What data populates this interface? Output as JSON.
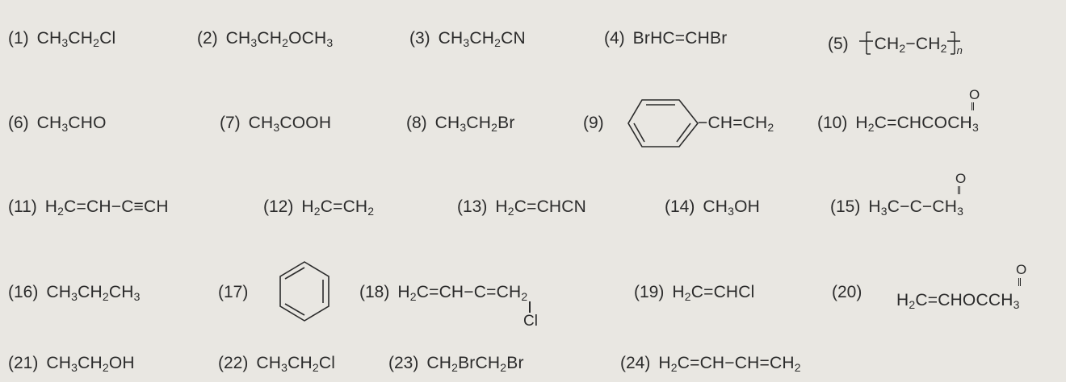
{
  "items": [
    {
      "id": 1,
      "label": "(1)",
      "formula": "CH<sub>3</sub>CH<sub>2</sub>Cl"
    },
    {
      "id": 2,
      "label": "(2)",
      "formula": "CH<sub>3</sub>CH<sub>2</sub>OCH<sub>3</sub>"
    },
    {
      "id": 3,
      "label": "(3)",
      "formula": "CH<sub>3</sub>CH<sub>2</sub>CN"
    },
    {
      "id": 4,
      "label": "(4)",
      "formula": "BrHC=CHBr"
    },
    {
      "id": 5,
      "label": "(5)",
      "formula": "CH<sub>2</sub>−CH<sub>2</sub>",
      "subscript": "n"
    },
    {
      "id": 6,
      "label": "(6)",
      "formula": "CH<sub>3</sub>CHO"
    },
    {
      "id": 7,
      "label": "(7)",
      "formula": "CH<sub>3</sub>COOH"
    },
    {
      "id": 8,
      "label": "(8)",
      "formula": "CH<sub>3</sub>CH<sub>2</sub>Br"
    },
    {
      "id": 9,
      "label": "(9)",
      "formula": "−CH=CH<sub>2</sub>"
    },
    {
      "id": 10,
      "label": "(10)",
      "formula": "H<sub>2</sub>C=CHCOCH<sub>3</sub>",
      "above": "O"
    },
    {
      "id": 11,
      "label": "(11)",
      "formula": "H<sub>2</sub>C=CH−C≡CH"
    },
    {
      "id": 12,
      "label": "(12)",
      "formula": "H<sub>2</sub>C=CH<sub>2</sub>"
    },
    {
      "id": 13,
      "label": "(13)",
      "formula": "H<sub>2</sub>C=CHCN"
    },
    {
      "id": 14,
      "label": "(14)",
      "formula": "CH<sub>3</sub>OH"
    },
    {
      "id": 15,
      "label": "(15)",
      "formula": "H<sub>3</sub>C−C−CH<sub>3</sub>",
      "above": "O"
    },
    {
      "id": 16,
      "label": "(16)",
      "formula": "CH<sub>3</sub>CH<sub>2</sub>CH<sub>3</sub>"
    },
    {
      "id": 17,
      "label": "(17)",
      "formula": ""
    },
    {
      "id": 18,
      "label": "(18)",
      "formula": "H<sub>2</sub>C=CH−C=CH<sub>2</sub>",
      "below": "Cl"
    },
    {
      "id": 19,
      "label": "(19)",
      "formula": "H<sub>2</sub>C=CHCl"
    },
    {
      "id": 20,
      "label": "(20)",
      "formula": "H<sub>2</sub>C=CHOCCH<sub>3</sub>",
      "above": "O"
    },
    {
      "id": 21,
      "label": "(21)",
      "formula": "CH<sub>3</sub>CH<sub>2</sub>OH"
    },
    {
      "id": 22,
      "label": "(22)",
      "formula": "CH<sub>3</sub>CH<sub>2</sub>Cl"
    },
    {
      "id": 23,
      "label": "(23)",
      "formula": "CH<sub>2</sub>BrCH<sub>2</sub>Br"
    },
    {
      "id": 24,
      "label": "(24)",
      "formula": "H<sub>2</sub>C=CH−CH=CH<sub>2</sub>"
    }
  ]
}
